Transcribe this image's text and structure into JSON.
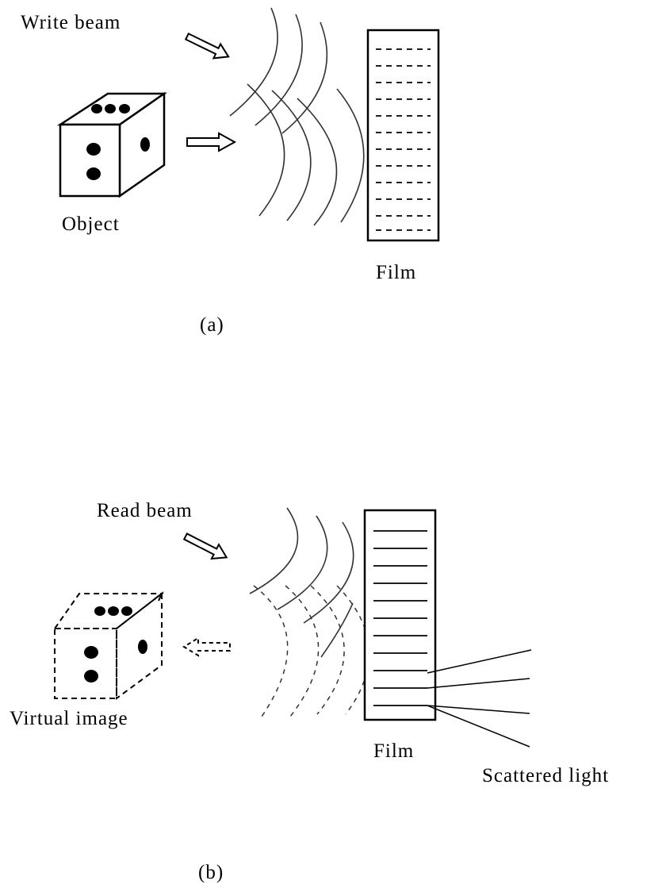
{
  "panel_a": {
    "write_beam_label": "Write beam",
    "object_label": "Object",
    "film_label": "Film",
    "caption": "(a)"
  },
  "panel_b": {
    "read_beam_label": "Read beam",
    "virtual_image_label": "Virtual image",
    "film_label": "Film",
    "scattered_light_label": "Scattered light",
    "caption": "(b)"
  },
  "colors": {
    "ink": "#000000",
    "wave": "#333333",
    "background": "#ffffff"
  }
}
